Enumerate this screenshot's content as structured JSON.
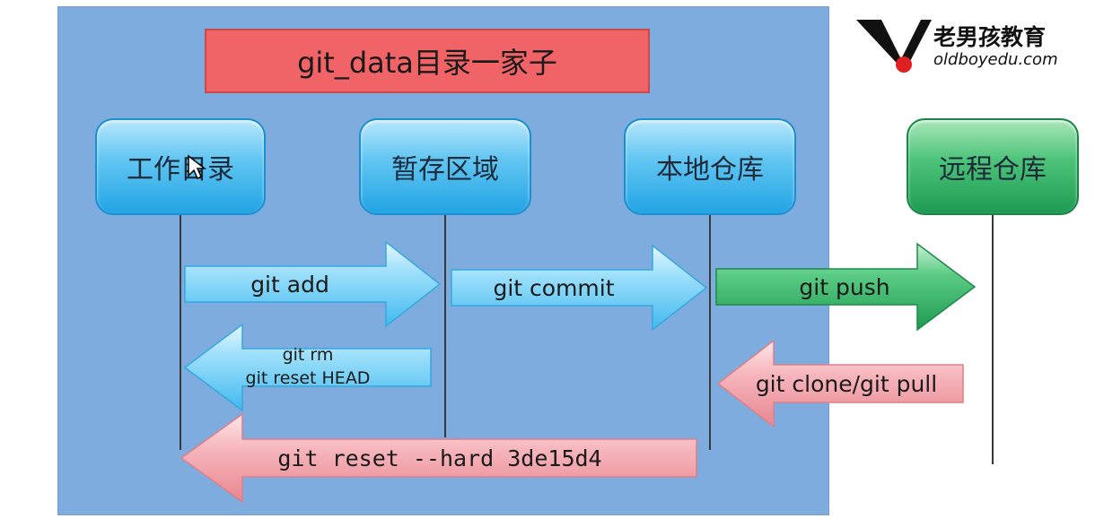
{
  "title": "git_data目录一家子",
  "nodes": {
    "work_dir": "工作目录",
    "staging": "暂存区域",
    "local_repo": "本地仓库",
    "remote_repo": "远程仓库"
  },
  "arrows": {
    "git_add": "git  add",
    "git_commit": "git  commit",
    "git_push": "git  push",
    "git_rm_line1": "git  rm",
    "git_rm_line2": "git reset HEAD",
    "git_clone_pull": "git  clone/git  pull",
    "git_reset_hard": "git reset --hard 3de15d4"
  },
  "logo": {
    "cn": "老男孩教育",
    "en": "oldboyedu.com"
  },
  "colors": {
    "panel": "#7facde",
    "title_box": "#f06366",
    "blue_arrow": "#5cc8f2",
    "green_arrow": "#2faa5c",
    "pink_arrow": "#f2a3aa",
    "logo_red": "#e02020"
  }
}
